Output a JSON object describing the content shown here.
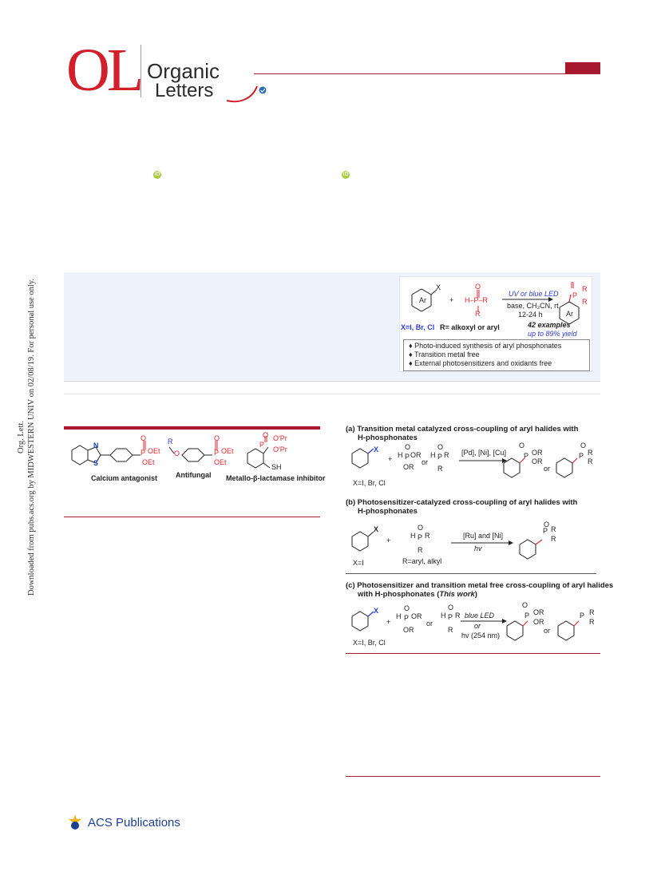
{
  "header": {
    "logo_ol": "OL",
    "logo_word1": "Organic",
    "logo_word2": "Letters"
  },
  "side_text": {
    "line1": "Org. Lett.",
    "line2": "Downloaded from pubs.acs.org by MIDWESTERN UNIV on 02/08/19. For personal use only."
  },
  "toc": {
    "reactant_x": "X",
    "ar": "Ar",
    "plus": "+",
    "hp": "H–P–R",
    "o": "O",
    "r": "R",
    "arrow_top": "UV or blue LED",
    "arrow_bottom1": "base, CH₃CN, rt",
    "arrow_bottom2": "12-24 h",
    "product_r": "R",
    "product_p": "P",
    "x_def": "X=I, Br, Cl",
    "r_def": "R= alkoxyl or aryl",
    "examples": "42 examples",
    "yield": "up to 89% yield",
    "bullets": [
      "Photo-induced synthesis of aryl phosphonates",
      "Transition metal free",
      "External photosensitizers and oxidants free"
    ]
  },
  "figure1": {
    "labels": [
      "Calcium antagonist",
      "Antifungal",
      "Metallo-β-lactamase inhibitor"
    ],
    "n": "N",
    "s": "S",
    "oet1": "OEt",
    "oet2": "OEt",
    "o": "O",
    "p": "P",
    "r": "R",
    "opr1": "O′Pr",
    "opr2": "O′Pr",
    "sh": "SH"
  },
  "scheme": {
    "a_title1": "(a) Transition metal catalyzed cross-coupling of aryl halides with",
    "a_title2": "H-phosphonates",
    "a_cond": "[Pd], [Ni], [Cu]",
    "a_xdef": "X=I, Br, Cl",
    "b_title1": "(b) Photosensitizer-catalyzed cross-coupling of aryl halides with",
    "b_title2": "H-phosphonates",
    "b_cond": "[Ru] and [Ni]",
    "b_hv": "hv",
    "b_xdef": "X=I",
    "b_rdef": "R=aryl, alkyl",
    "c_title1": "(c) Photosensitizer and transition metal free cross-coupling of aryl halides",
    "c_title2a": "with H-phosphonates (",
    "c_title2b": "This work",
    "c_title2c": ")",
    "c_cond1": "blue LED",
    "c_cond2": "or",
    "c_cond3": "hv (254 nm)",
    "c_xdef": "X=I, Br, Cl",
    "x": "X",
    "or": "or",
    "plus": "+",
    "h": "H",
    "o": "O",
    "p": "P",
    "or_group": "OR",
    "r": "R"
  },
  "footer": {
    "publisher": "ACS Publications"
  }
}
